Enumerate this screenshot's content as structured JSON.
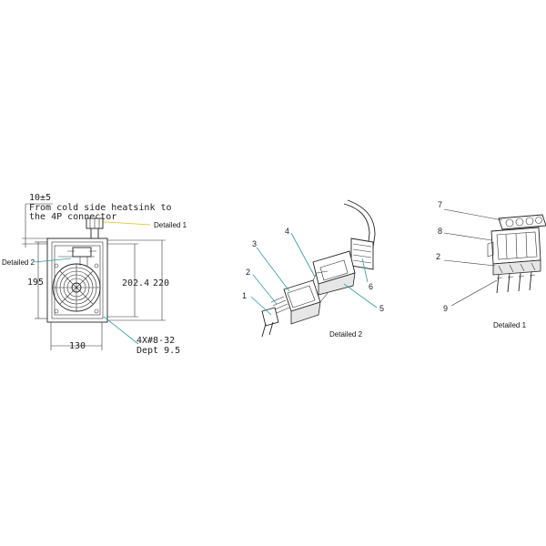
{
  "front_view": {
    "dim_top": "10±5",
    "note_line1": "From cold side heatsink to",
    "note_line2": "the 4P connector",
    "dim_left": "195",
    "dim_inner": "202.4",
    "dim_outer": "220",
    "dim_bottom": "130",
    "hole_line1": "4X#8-32",
    "hole_line2": "Dept 9.5",
    "detail1_label": "Detailed 1",
    "detail2_label": "Detailed 2"
  },
  "detail2": {
    "caption": "Detailed 2",
    "callouts": [
      "1",
      "2",
      "3",
      "4",
      "5",
      "6"
    ]
  },
  "detail1": {
    "caption": "Detailed 1",
    "callouts": [
      "7",
      "8",
      "2",
      "9"
    ]
  },
  "colors": {
    "leader_teal": "#2a9da0",
    "leader_yellow": "#d9c020",
    "line": "#222222"
  }
}
